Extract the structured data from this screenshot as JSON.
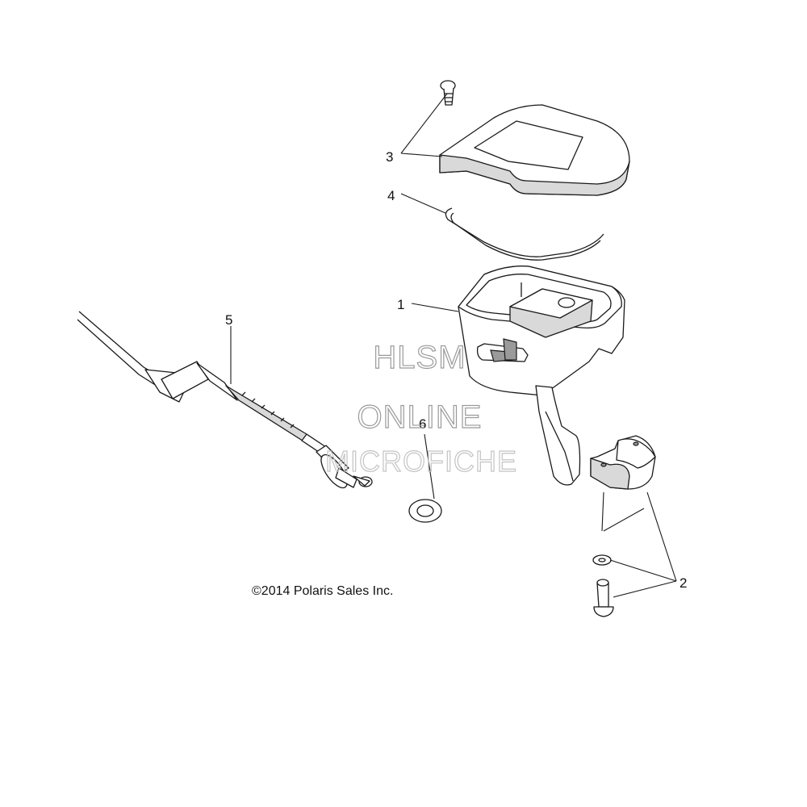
{
  "callouts": {
    "c1": "1",
    "c2": "2",
    "c3": "3",
    "c4": "4",
    "c5": "5",
    "c6": "6"
  },
  "copyright": "©2014 Polaris Sales Inc.",
  "watermark": {
    "line1": "HLSM",
    "line2": "ONLINE",
    "line3": "MICROFICHE"
  }
}
